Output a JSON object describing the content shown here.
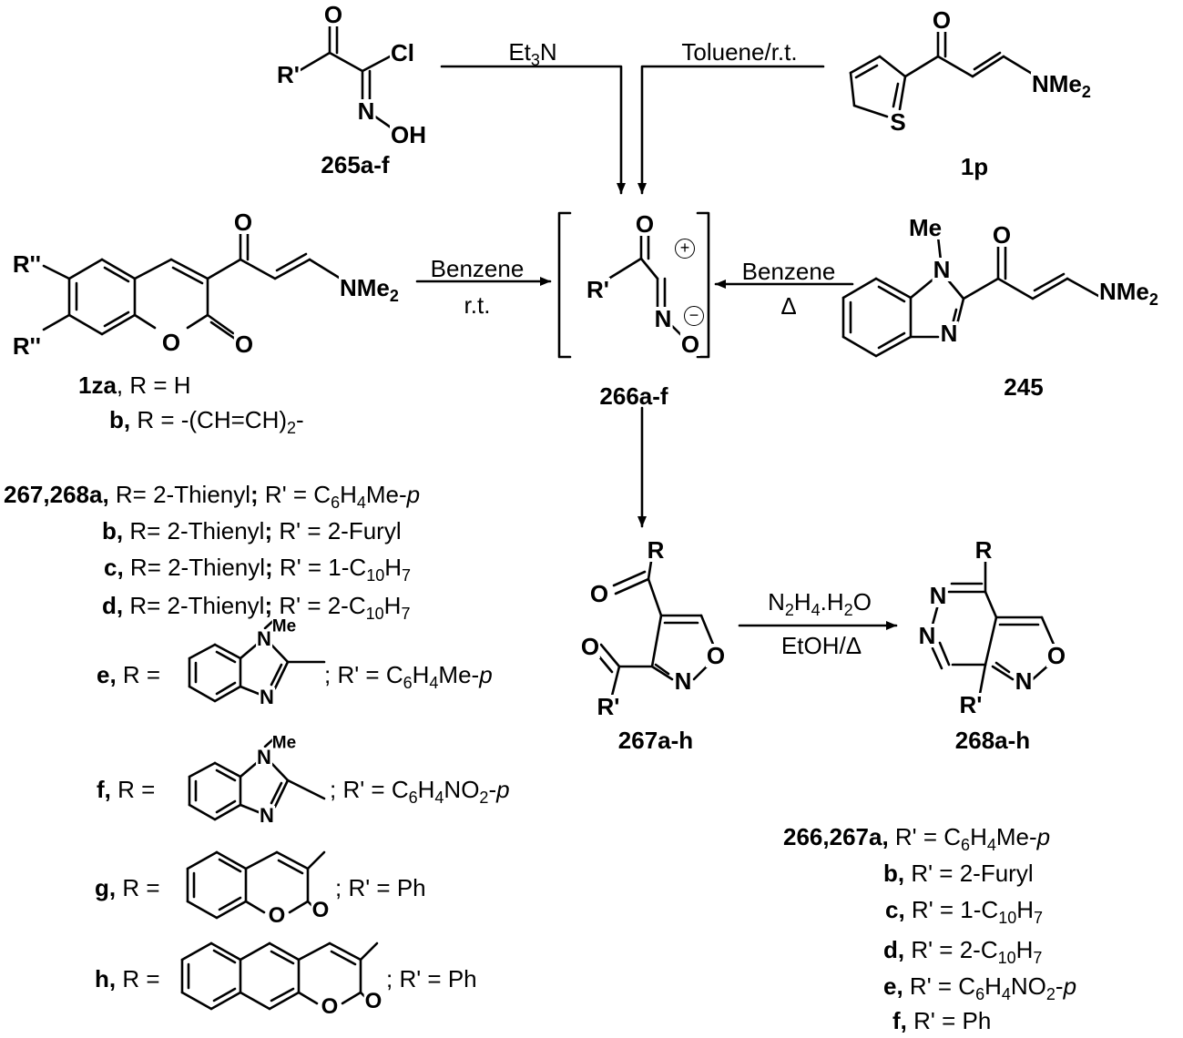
{
  "arrows": {
    "et3n": {
      "pre": "Et",
      "sub": "3",
      "post": "N"
    },
    "toluene": "Toluene/r.t.",
    "benzene_left": {
      "line1": "Benzene",
      "line2": "r.t."
    },
    "benzene_right": {
      "line1": "Benzene",
      "line2": "Δ"
    },
    "hydrazine": {
      "a": "N",
      "a_sub": "2",
      "b": "H",
      "b_sub": "4",
      "c": ".H",
      "c_sub": "2",
      "d": "O"
    },
    "ethanol": "EtOH/Δ"
  },
  "compounds": {
    "c265": "265a-f",
    "c1p": "1p",
    "c266": "266a-f",
    "c245": "245",
    "c267": "267a-h",
    "c268": "268a-h"
  },
  "atoms": {
    "O": "O",
    "Cl": "Cl",
    "N": "N",
    "OH": "OH",
    "Rp": "R'",
    "Rpp": "R''",
    "R": "R",
    "S": "S",
    "Me": "Me",
    "NMe": "NMe",
    "two": "2",
    "plus": "+",
    "minus": "−"
  },
  "legend_1z": {
    "a_label": "1za",
    "a_text": ", R = H",
    "b_label": "b,",
    "b_text": " R = -(CH=CH)",
    "b_sub": "2",
    "b_end": "-"
  },
  "legend_267_268": {
    "label": "267,268",
    "rows": [
      {
        "label": "a,",
        "text": " R= 2-Thienyl",
        "semi": ";",
        "r1": " R' = C",
        "s1": "6",
        "r2": "H",
        "s2": "4",
        "r3": "Me-",
        "it": "p"
      },
      {
        "label": "b,",
        "text": " R= 2-Thienyl",
        "semi": ";",
        "r1": " R' = 2-Furyl"
      },
      {
        "label": "c,",
        "text": " R= 2-Thienyl",
        "semi": ";",
        "r1": " R' = 1-C",
        "s1": "10",
        "r2": "H",
        "s2": "7"
      },
      {
        "label": "d,",
        "text": " R= 2-Thienyl",
        "semi": ";",
        "r1": " R' = 2-C",
        "s1": "10",
        "r2": "H",
        "s2": "7"
      },
      {
        "label": "e,",
        "text": " R =",
        "r1": "; R' = C",
        "s1": "6",
        "r2": "H",
        "s2": "4",
        "r3": "Me-",
        "it": "p"
      },
      {
        "label": "f,",
        "text": " R =",
        "r1": "; R' = C",
        "s1": "6",
        "r2": "H",
        "s2": "4",
        "r3": "NO",
        "s3": "2",
        "r4": "-",
        "it": "p"
      },
      {
        "label": "g,",
        "text": " R =",
        "r1": "; R' = Ph"
      },
      {
        "label": "h,",
        "text": " R =",
        "r1": "; R' = Ph"
      }
    ]
  },
  "legend_266_267": {
    "label": "266,267",
    "rows": [
      {
        "label": "a,",
        "r1": " R' = C",
        "s1": "6",
        "r2": "H",
        "s2": "4",
        "r3": "Me-",
        "it": "p"
      },
      {
        "label": "b,",
        "r1": " R' = 2-Furyl"
      },
      {
        "label": "c,",
        "r1": " R' = 1-C",
        "s1": "10",
        "r2": "H",
        "s2": "7"
      },
      {
        "label": "d,",
        "r1": " R' = 2-C",
        "s1": "10",
        "r2": "H",
        "s2": "7"
      },
      {
        "label": "e,",
        "r1": " R' = C",
        "s1": "6",
        "r2": "H",
        "s2": "4",
        "r3": "NO",
        "s3": "2",
        "r4": "-",
        "it": "p"
      },
      {
        "label": "f,",
        "r1": " R' = Ph"
      }
    ]
  }
}
